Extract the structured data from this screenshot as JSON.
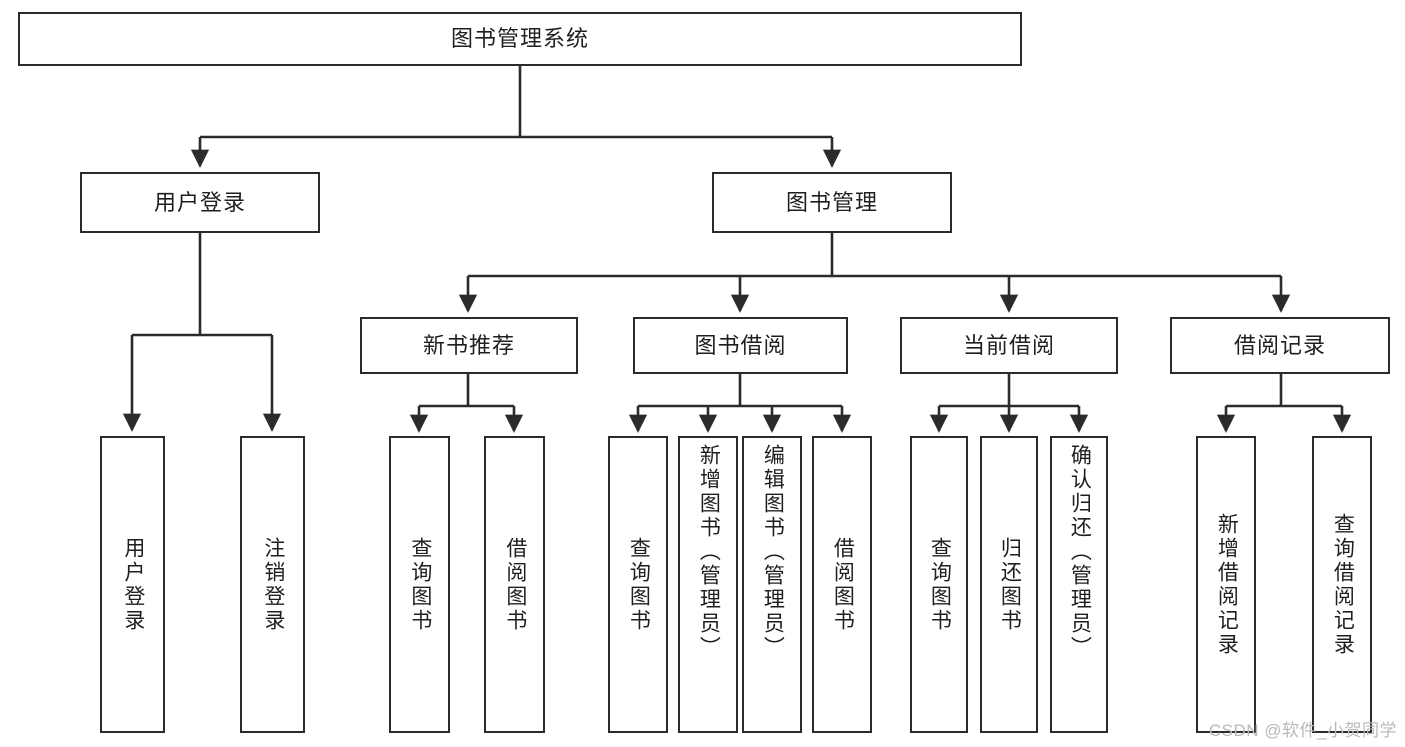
{
  "diagram": {
    "title": "图书管理系统",
    "watermark": "CSDN @软件_小贺同学",
    "colors": {
      "border": "#2b2b2b",
      "text": "#1f1f1f",
      "background": "#ffffff",
      "watermark": "#b9b9b9"
    },
    "levels": {
      "root": {
        "label": "图书管理系统"
      },
      "level2": [
        {
          "label": "用户登录"
        },
        {
          "label": "图书管理"
        }
      ],
      "level3": [
        {
          "label": "新书推荐"
        },
        {
          "label": "图书借阅"
        },
        {
          "label": "当前借阅"
        },
        {
          "label": "借阅记录"
        }
      ],
      "leaves_user_login": [
        {
          "label": "用户登录"
        },
        {
          "label": "注销登录"
        }
      ],
      "leaves_new_book": [
        {
          "label": "查询图书"
        },
        {
          "label": "借阅图书"
        }
      ],
      "leaves_borrow": [
        {
          "label": "查询图书"
        },
        {
          "label": "新增图书（管理员）"
        },
        {
          "label": "编辑图书（管理员）"
        },
        {
          "label": "借阅图书"
        }
      ],
      "leaves_current": [
        {
          "label": "查询图书"
        },
        {
          "label": "归还图书"
        },
        {
          "label": "确认归还（管理员）"
        }
      ],
      "leaves_records": [
        {
          "label": "新增借阅记录"
        },
        {
          "label": "查询借阅记录"
        }
      ]
    }
  }
}
